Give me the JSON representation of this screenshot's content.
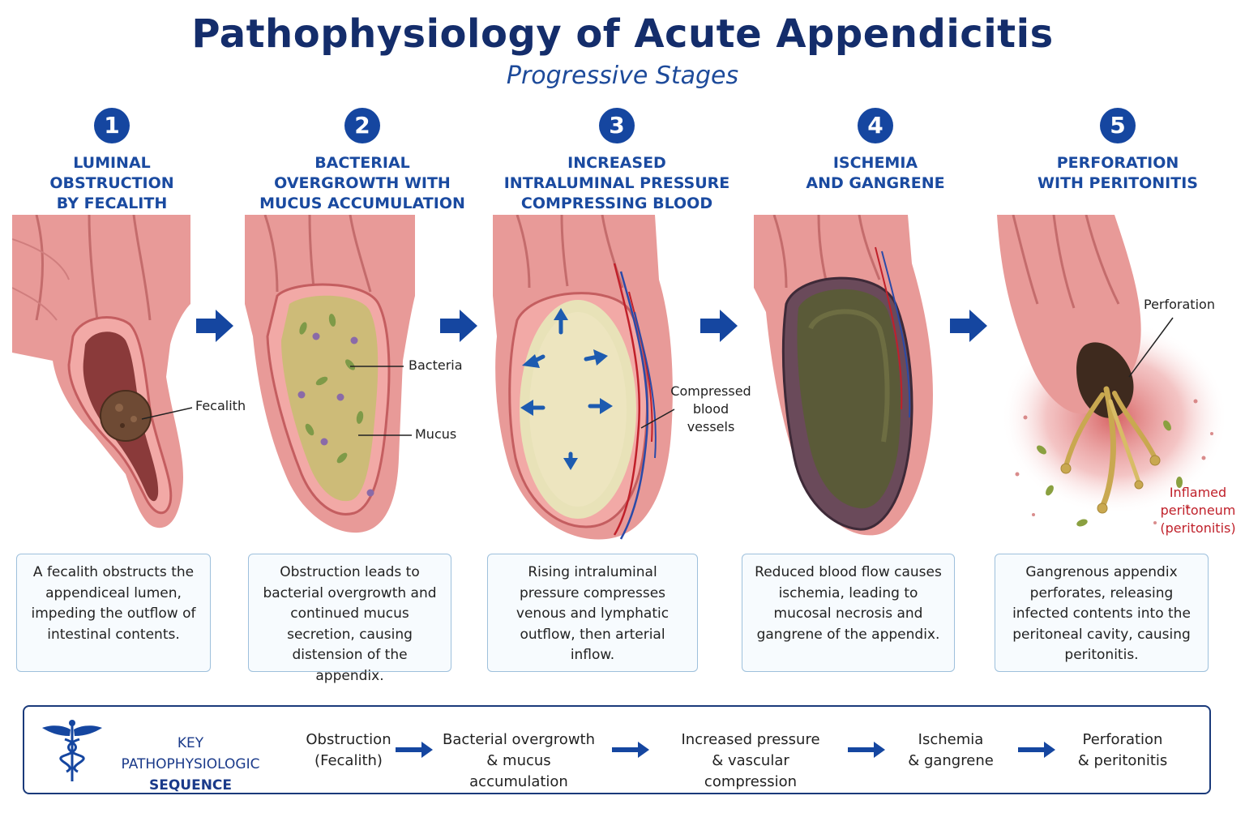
{
  "title": "Pathophysiology of Acute Appendicitis",
  "subtitle": "Progressive Stages",
  "stages": [
    {
      "number": "1",
      "title_lines": [
        "LUMINAL",
        "OBSTRUCTION",
        "BY FECALITH"
      ],
      "description": "A fecalith obstructs the appendiceal lumen, impeding the outflow of intestinal contents."
    },
    {
      "number": "2",
      "title_lines": [
        "BACTERIAL",
        "OVERGROWTH WITH",
        "MUCUS ACCUMULATION"
      ],
      "description": "Obstruction leads to bacterial overgrowth and continued mucus secretion, causing distension of the appendix."
    },
    {
      "number": "3",
      "title_lines": [
        "INCREASED",
        "INTRALUMINAL PRESSURE",
        "COMPRESSING BLOOD VESSELS"
      ],
      "description": "Rising intraluminal pressure compresses venous and lymphatic outflow, then arterial inflow."
    },
    {
      "number": "4",
      "title_lines": [
        "ISCHEMIA",
        "AND GANGRENE"
      ],
      "description": "Reduced blood flow causes ischemia, leading to mucosal necrosis and gangrene of the appendix."
    },
    {
      "number": "5",
      "title_lines": [
        "PERFORATION",
        "WITH PERITONITIS"
      ],
      "description": "Gangrenous appendix perforates, releasing infected contents into the peritoneal cavity, causing peritonitis."
    }
  ],
  "callouts": {
    "fecalith": "Fecalith",
    "bacteria": "Bacteria",
    "mucus": "Mucus",
    "compressed": [
      "Compressed",
      "blood",
      "vessels"
    ],
    "perforation": "Perforation",
    "peritoneum": [
      "Inflamed",
      "peritoneum",
      "(peritonitis)"
    ]
  },
  "key_sequence": {
    "title_line1": "KEY PATHOPHYSIOLOGIC",
    "title_line2": "SEQUENCE",
    "steps": [
      [
        "Obstruction",
        "(Fecalith)"
      ],
      [
        "Bacterial overgrowth",
        "& mucus accumulation"
      ],
      [
        "Increased pressure",
        "& vascular compression"
      ],
      [
        "Ischemia",
        "& gangrene"
      ],
      [
        "Perforation",
        "& peritonitis"
      ]
    ]
  },
  "colors": {
    "title": "#142d6b",
    "accent": "#1546a0",
    "tissue": "#e08a8a",
    "tissue_dark": "#c45e60",
    "lumen": "#8a3a3a",
    "mucus": "#cdbb78",
    "pus": "#eee6c0",
    "necrosis": "#5a5a38",
    "gangrene": "#5a3a52",
    "inflamed": "#c0202a"
  }
}
